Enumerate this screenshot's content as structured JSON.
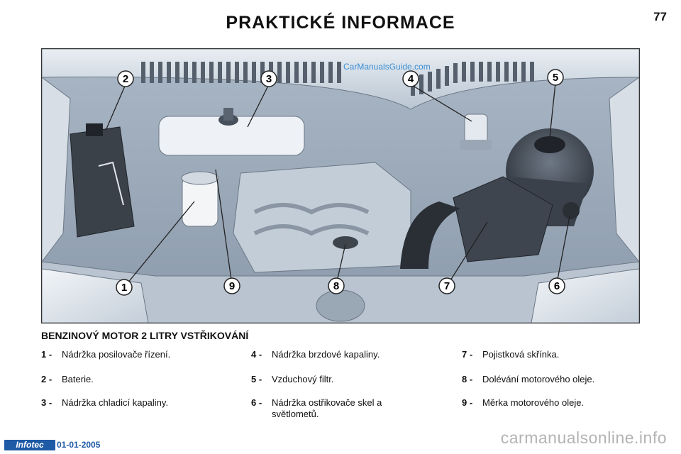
{
  "header": {
    "title": "PRAKTICKÉ INFORMACE",
    "page_number": "77"
  },
  "figure": {
    "watermark": "CarManualsGuide.com",
    "callouts": [
      "1",
      "2",
      "3",
      "4",
      "5",
      "6",
      "7",
      "8",
      "9"
    ]
  },
  "section": {
    "heading": "BENZINOVÝ MOTOR 2 LITRY VSTŘIKOVÁNÍ",
    "items": [
      {
        "num": "1 -",
        "text": "Nádržka posilovače řízení."
      },
      {
        "num": "2 -",
        "text": "Baterie."
      },
      {
        "num": "3 -",
        "text": "Nádržka chladicí kapaliny."
      },
      {
        "num": "4 -",
        "text": "Nádržka brzdové kapaliny."
      },
      {
        "num": "5 -",
        "text": "Vzduchový filtr."
      },
      {
        "num": "6 -",
        "text": "Nádržka ostřikovače skel a světlometů."
      },
      {
        "num": "7 -",
        "text": "Pojistková skřínka."
      },
      {
        "num": "8 -",
        "text": "Dolévání motorového oleje."
      },
      {
        "num": "9 -",
        "text": "Měrka motorového oleje."
      }
    ]
  },
  "footer": {
    "badge": "Infotec",
    "date": "01-01-2005",
    "site": "carmanualsonline.info"
  },
  "colors": {
    "accent": "#1f5aa6",
    "engine_bay": "#cfd8e2",
    "callout_fill": "#ffffff",
    "callout_stroke": "#222222"
  }
}
